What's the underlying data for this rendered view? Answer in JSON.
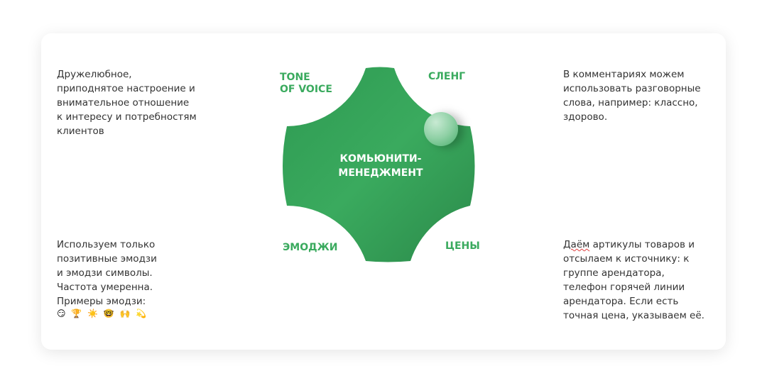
{
  "center_label": "КОМЬЮНИТИ-\nМЕНЕДЖМЕНТ",
  "labels": {
    "tone": "TONE\nOF VOICE",
    "slang": "СЛЕНГ",
    "emoji": "ЭМОДЖИ",
    "prices": "ЦЕНЫ"
  },
  "texts": {
    "tone": "Дружелюбное,\nприподнятое настроение и\nвнимательное отношение\nк интересу и потребностям\nклиентов",
    "slang": "В комментариях можем\nиспользовать разговорные\nслова, например: классно,\nздорово.",
    "emoji": "Используем только\nпозитивные эмодзи\nи эмодзи символы.\nЧастота умеренна.\nПримеры эмодзи:",
    "emoji_examples": "😏 🏆 ☀️ 🤓 🙌 💫",
    "prices_first_word": "Даём",
    "prices_rest": " артикулы товаров и\nотсылаем к источнику: к\nгруппе арендатора,\nтелефон горячей линии\nарендатора. Если есть\nточная цена, указываем её."
  },
  "colors": {
    "green": "#3aaa5e",
    "green_dark": "#2b8f4c"
  }
}
